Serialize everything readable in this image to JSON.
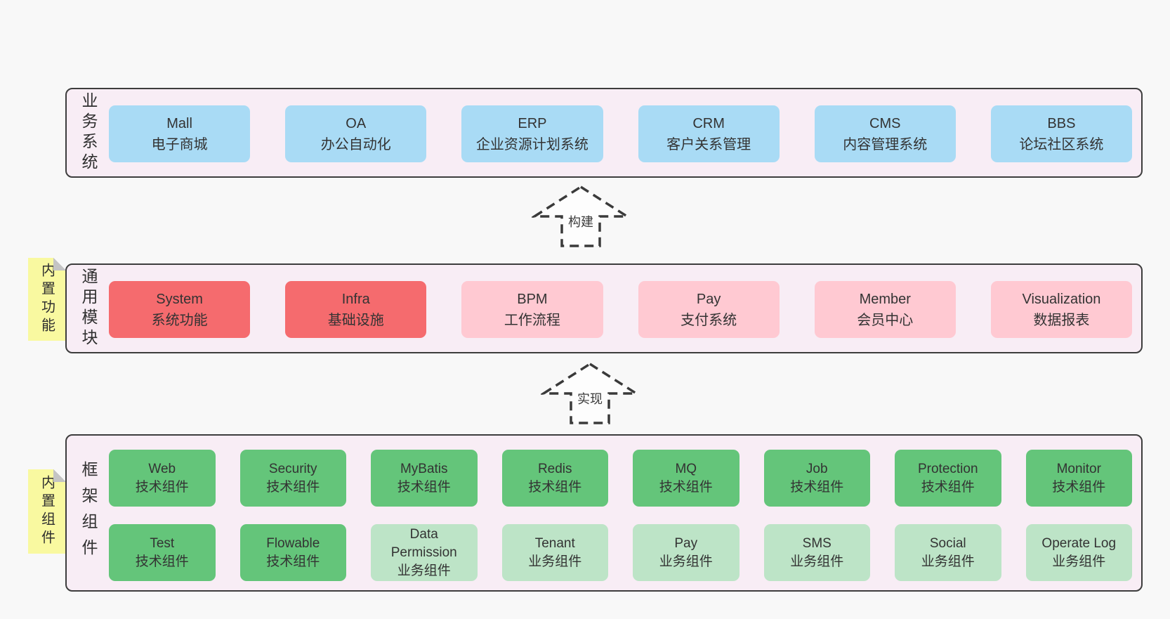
{
  "colors": {
    "page_bg": "#f8f8f8",
    "panel_bg": "#f8edf5",
    "panel_border": "#3d3d3d",
    "node_blue": "#a9dbf5",
    "node_red": "#f56b6e",
    "node_pink": "#ffc9d2",
    "node_green": "#64c57a",
    "node_light_green": "#bde4c7",
    "sticky_yellow": "#f9f9a0",
    "text": "#333333"
  },
  "arrows": {
    "build": "构建",
    "implement": "实现"
  },
  "panels": {
    "business": {
      "label": "业务系统",
      "boxes": [
        {
          "title": "Mall",
          "subtitle": "电子商城"
        },
        {
          "title": "OA",
          "subtitle": "办公自动化"
        },
        {
          "title": "ERP",
          "subtitle": "企业资源计划系统"
        },
        {
          "title": "CRM",
          "subtitle": "客户关系管理"
        },
        {
          "title": "CMS",
          "subtitle": "内容管理系统"
        },
        {
          "title": "BBS",
          "subtitle": "论坛社区系统"
        }
      ]
    },
    "modules": {
      "label": "通用模块",
      "sticky_note": "内置功能",
      "boxes": [
        {
          "title": "System",
          "subtitle": "系统功能"
        },
        {
          "title": "Infra",
          "subtitle": "基础设施"
        },
        {
          "title": "BPM",
          "subtitle": "工作流程"
        },
        {
          "title": "Pay",
          "subtitle": "支付系统"
        },
        {
          "title": "Member",
          "subtitle": "会员中心"
        },
        {
          "title": "Visualization",
          "subtitle": "数据报表"
        }
      ]
    },
    "components": {
      "label": "框架组件",
      "sticky_note": "内置组件",
      "row1": [
        {
          "title": "Web",
          "subtitle": "技术组件"
        },
        {
          "title": "Security",
          "subtitle": "技术组件"
        },
        {
          "title": "MyBatis",
          "subtitle": "技术组件"
        },
        {
          "title": "Redis",
          "subtitle": "技术组件"
        },
        {
          "title": "MQ",
          "subtitle": "技术组件"
        },
        {
          "title": "Job",
          "subtitle": "技术组件"
        },
        {
          "title": "Protection",
          "subtitle": "技术组件"
        },
        {
          "title": "Monitor",
          "subtitle": "技术组件"
        }
      ],
      "row2": [
        {
          "title": "Test",
          "subtitle": "技术组件"
        },
        {
          "title": "Flowable",
          "subtitle": "技术组件"
        },
        {
          "title": "Data Permission",
          "subtitle": "业务组件"
        },
        {
          "title": "Tenant",
          "subtitle": "业务组件"
        },
        {
          "title": "Pay",
          "subtitle": "业务组件"
        },
        {
          "title": "SMS",
          "subtitle": "业务组件"
        },
        {
          "title": "Social",
          "subtitle": "业务组件"
        },
        {
          "title": "Operate Log",
          "subtitle": "业务组件"
        }
      ]
    }
  }
}
